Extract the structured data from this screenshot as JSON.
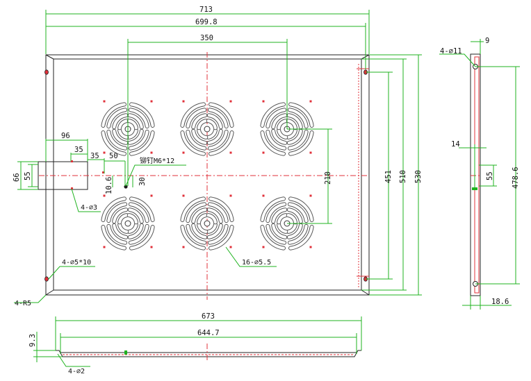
{
  "front": {
    "width": "713",
    "inner_width": "699.8",
    "fan_spacing": "350",
    "tab_width": "96",
    "tab_offset": "35",
    "hole_x_left": "35",
    "hole_x_right": "50",
    "cutout_height": "66",
    "cutout_inner": "55",
    "small_offset": "10.6",
    "rivet_offset": "30",
    "fan_row_spacing": "210",
    "height_451": "451",
    "height_510": "510",
    "height_530": "530"
  },
  "annotations": {
    "rivet": "铆钉M6*12",
    "cutout_holes": "4-∅3",
    "slot": "4-∅5*10",
    "corner_radius": "4-R5",
    "fan_holes": "16-∅5.5"
  },
  "side": {
    "holes": "4-∅11",
    "thickness": "9",
    "offset_14": "14",
    "cut_55": "55",
    "span": "478.6",
    "depth": "18.6"
  },
  "bottom": {
    "width": "673",
    "inner": "644.7",
    "height": "9.3",
    "holes": "4-∅2"
  },
  "colors": {
    "dimension": "#1fb31f",
    "outline": "#222222",
    "center": "#e0303a"
  }
}
